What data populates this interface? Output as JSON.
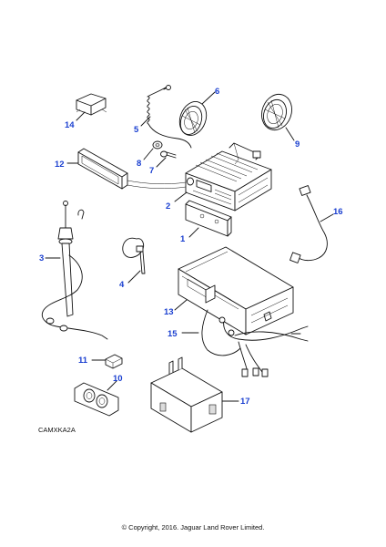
{
  "diagram_ref": "CAMXKA2A",
  "copyright": "© Copyright, 2016. Jaguar Land Rover Limited.",
  "callout_color": "#1a3fd0",
  "callouts": {
    "c1": "1",
    "c2": "2",
    "c3": "3",
    "c4": "4",
    "c5": "5",
    "c6": "6",
    "c7": "7",
    "c8": "8",
    "c9": "9",
    "c10": "10",
    "c11": "11",
    "c12": "12",
    "c13": "13",
    "c14": "14",
    "c15": "15",
    "c16": "16",
    "c17": "17"
  }
}
